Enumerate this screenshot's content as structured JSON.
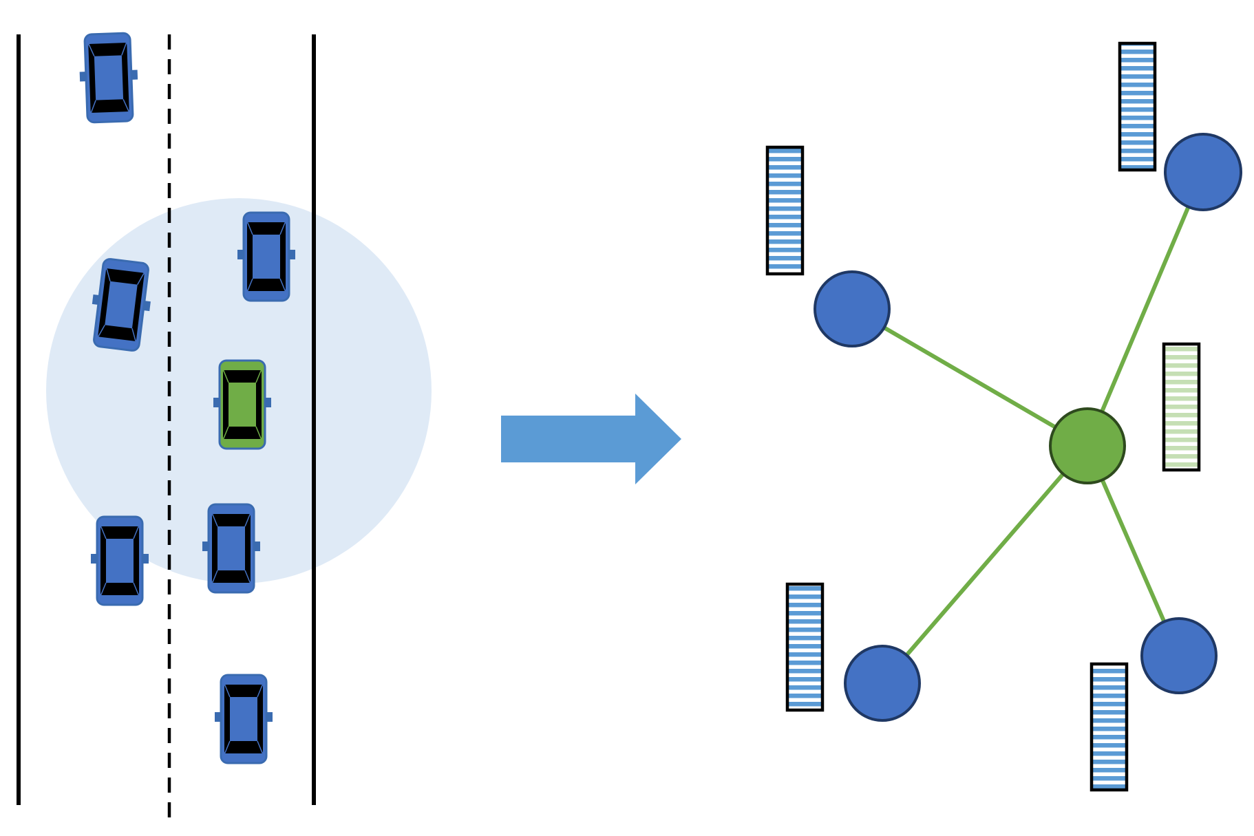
{
  "colors": {
    "background": "#ffffff",
    "road_line": "#000000",
    "range_circle": "#dfeaf6",
    "car_blue": "#4472c4",
    "car_blue_edge": "#3a6bb0",
    "car_green": "#70ad47",
    "arrow": "#5b9bd5",
    "node_blue": "#4472c4",
    "node_blue_stroke": "#1f3864",
    "node_green": "#70ad47",
    "node_green_stroke": "#2e4a1e",
    "edge": "#70ad47",
    "feature_blue_stripe": "#5b9bd5",
    "feature_green_stripe": "#c5dfb4",
    "feature_border": "#000000"
  },
  "road": {
    "lanes": 2,
    "separator": "dashed",
    "communication_range": "circle"
  },
  "vehicles": [
    {
      "role": "neighbor",
      "color": "blue",
      "in_range": false,
      "lane": "left"
    },
    {
      "role": "neighbor",
      "color": "blue",
      "in_range": true,
      "lane": "right"
    },
    {
      "role": "neighbor",
      "color": "blue",
      "in_range": true,
      "lane": "left"
    },
    {
      "role": "ego",
      "color": "green",
      "in_range": true,
      "lane": "right"
    },
    {
      "role": "neighbor",
      "color": "blue",
      "in_range": true,
      "lane": "left"
    },
    {
      "role": "neighbor",
      "color": "blue",
      "in_range": true,
      "lane": "right"
    },
    {
      "role": "neighbor",
      "color": "blue",
      "in_range": false,
      "lane": "right"
    }
  ],
  "arrow": {
    "direction": "right",
    "color": "blue"
  },
  "graph": {
    "center_node": {
      "color": "green",
      "feature": "green-striped"
    },
    "neighbor_nodes": [
      {
        "color": "blue",
        "feature": "blue-striped"
      },
      {
        "color": "blue",
        "feature": "blue-striped"
      },
      {
        "color": "blue",
        "feature": "blue-striped"
      },
      {
        "color": "blue",
        "feature": "blue-striped"
      }
    ],
    "edges": 4
  }
}
